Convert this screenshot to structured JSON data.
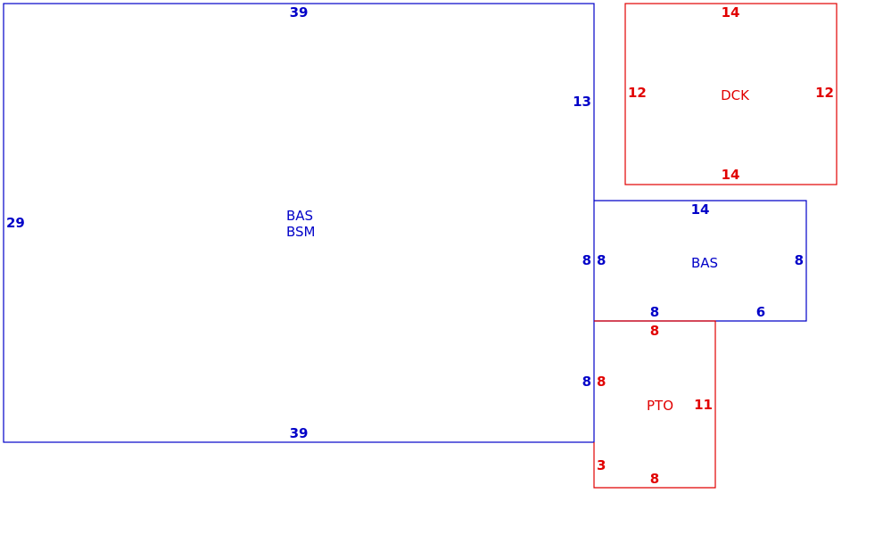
{
  "colors": {
    "living": "#0000c8",
    "other": "#e10000",
    "background": "#ffffff"
  },
  "areas": {
    "main": {
      "code1": "BAS",
      "code2": "BSM",
      "top": "39",
      "bottom": "39",
      "left": "29",
      "right_upper": "13",
      "right_mid": "8",
      "right_lower": "8"
    },
    "deck": {
      "code": "DCK",
      "top": "14",
      "bottom": "14",
      "left": "12",
      "right": "12"
    },
    "addition": {
      "code": "BAS",
      "top": "14",
      "left": "8",
      "right": "8",
      "bottom_left": "8",
      "bottom_right": "6"
    },
    "porch": {
      "code": "PTO",
      "top": "8",
      "bottom": "8",
      "left_upper": "8",
      "left_lower": "3",
      "right": "11"
    }
  }
}
